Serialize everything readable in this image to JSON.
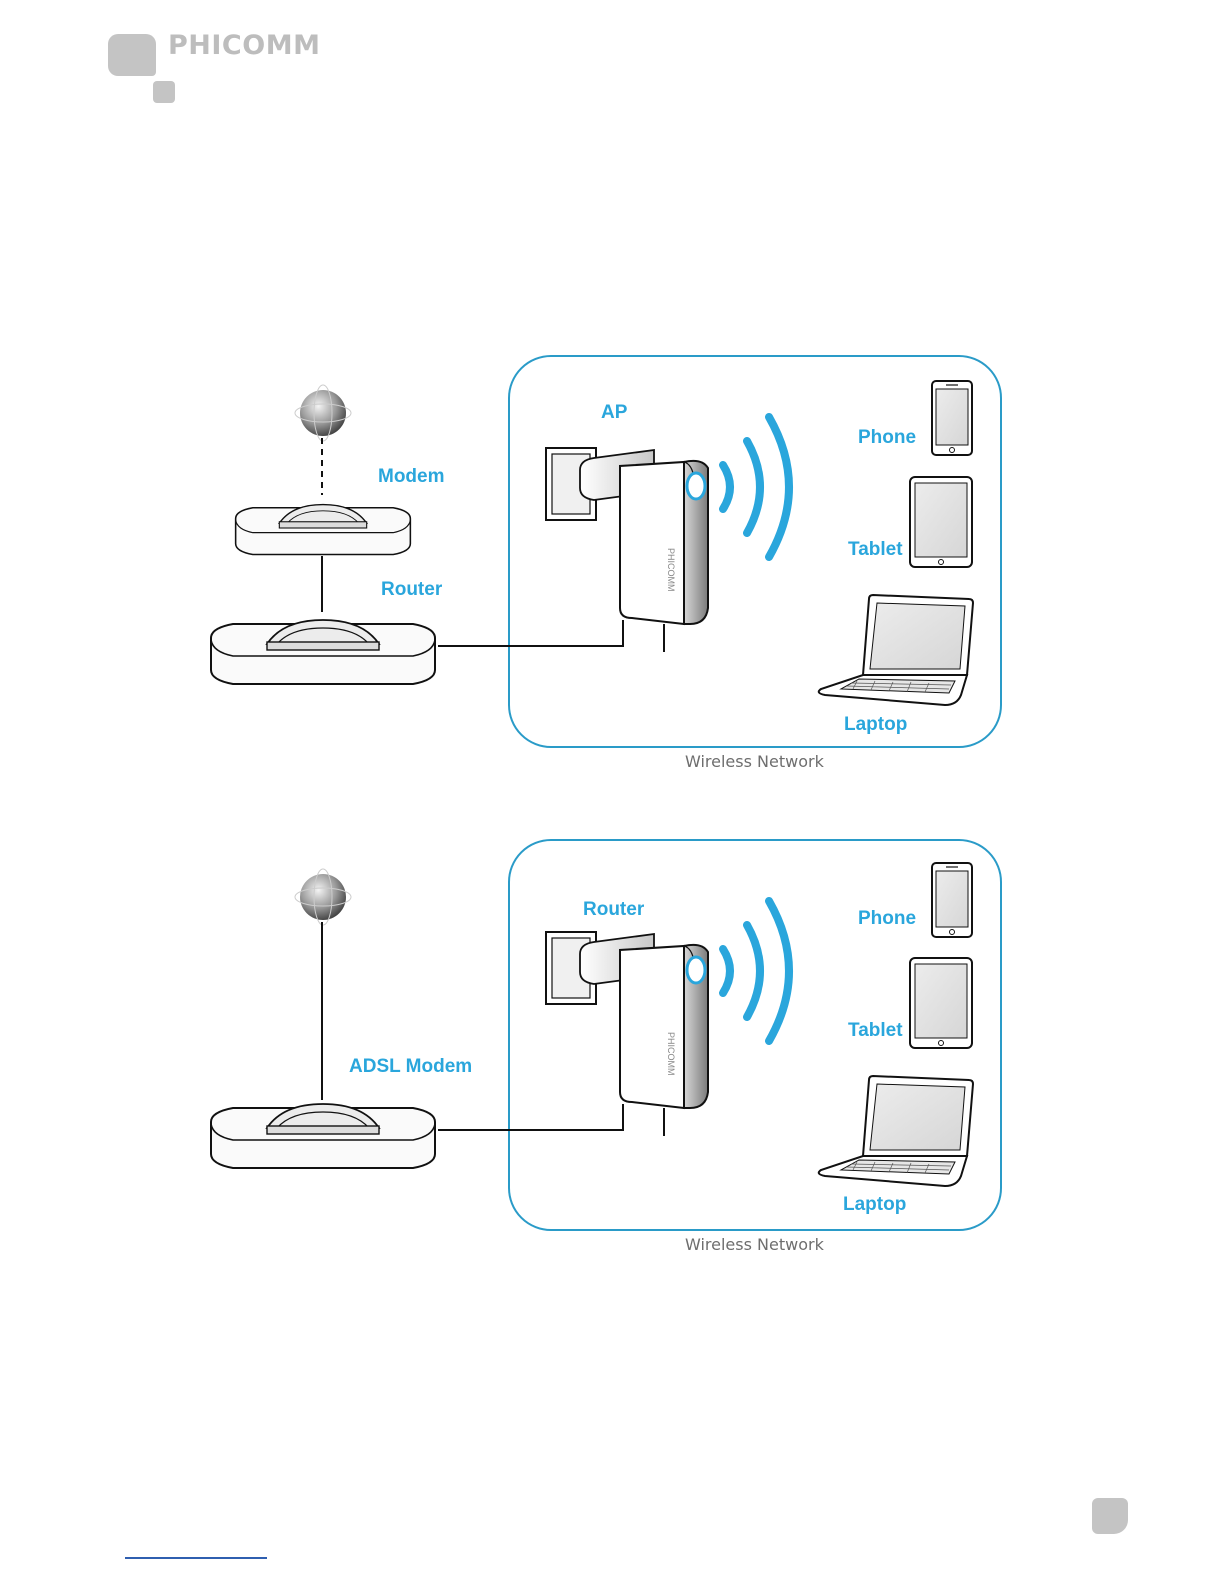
{
  "brand": {
    "name": "PHICOMM"
  },
  "colors": {
    "accent": "#2aa6dc",
    "frame": "#2a9bc8",
    "logo_gray": "#c4c4c4"
  },
  "diagrams": [
    {
      "labels": {
        "ap": "AP",
        "modem": "Modem",
        "router": "Router",
        "phone": "Phone",
        "tablet": "Tablet",
        "laptop": "Laptop"
      },
      "caption": "Wireless Network"
    },
    {
      "labels": {
        "router": "Router",
        "adsl_modem": "ADSL Modem",
        "phone": "Phone",
        "tablet": "Tablet",
        "laptop": "Laptop"
      },
      "caption": "Wireless Network"
    }
  ]
}
